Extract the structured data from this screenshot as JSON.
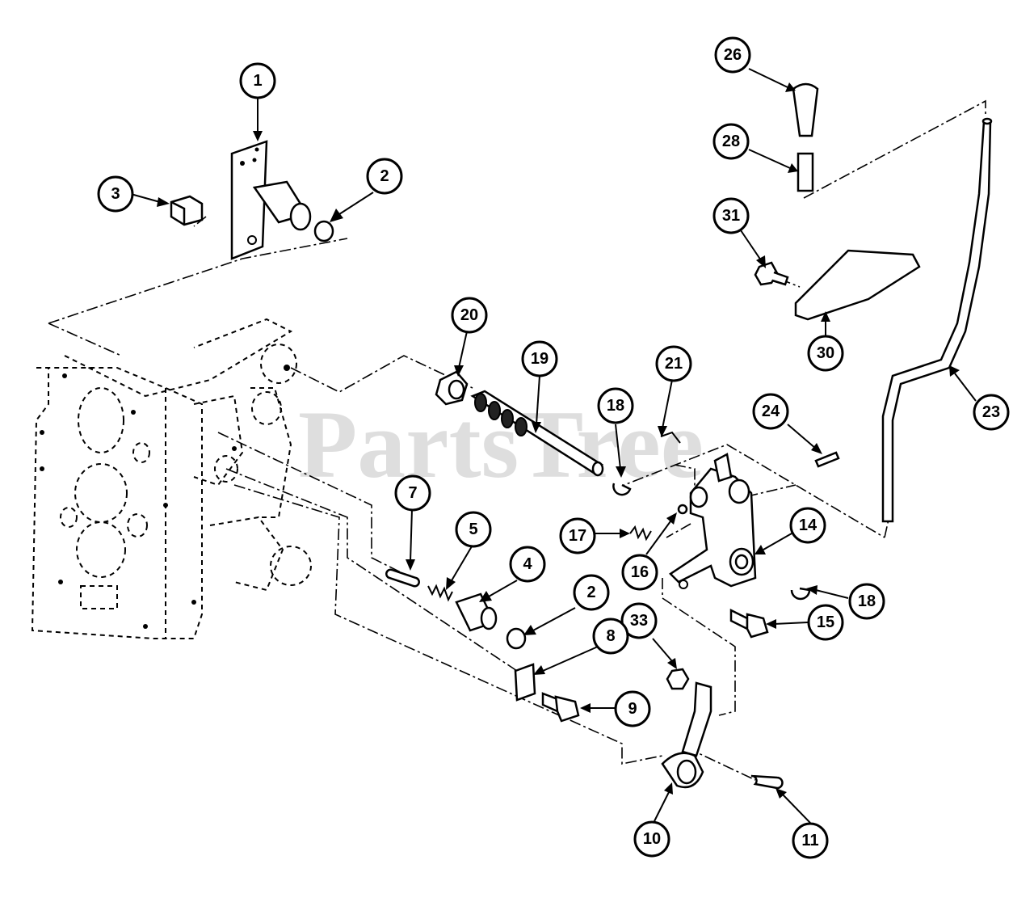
{
  "watermark": "PartsTree",
  "callouts": [
    "1",
    "2",
    "3",
    "20",
    "19",
    "18",
    "21",
    "7",
    "5",
    "4",
    "2",
    "17",
    "16",
    "14",
    "24",
    "23",
    "26",
    "28",
    "31",
    "30",
    "18",
    "15",
    "33",
    "8",
    "9",
    "10",
    "11"
  ]
}
